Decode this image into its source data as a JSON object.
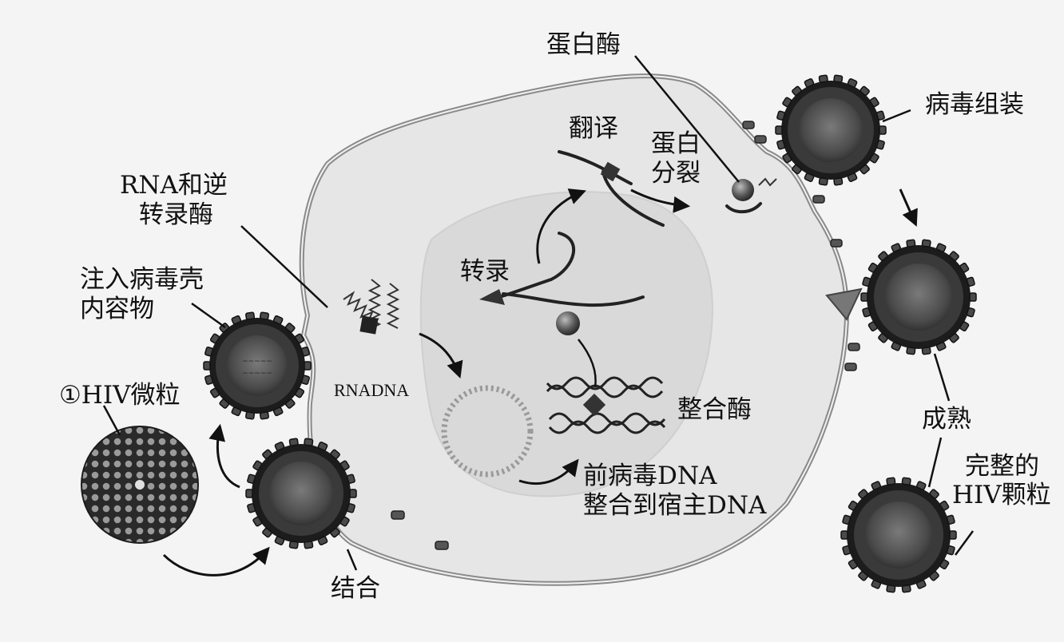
{
  "labels": {
    "protease": "蛋白酶",
    "translation": "翻译",
    "protein_cleavage_1": "蛋白",
    "protein_cleavage_2": "分裂",
    "assembly": "病毒组装",
    "rna_rt_1": "RNA和逆",
    "rna_rt_2": "转录酶",
    "inject_1": "注入病毒壳",
    "inject_2": "内容物",
    "transcription": "转录",
    "rnadna": "RNADNA",
    "hiv_particle": "①HIV微粒",
    "integrase": "整合酶",
    "maturation": "成熟",
    "complete_1": "完整的",
    "complete_2": "HIV颗粒",
    "provirus_1": "前病毒DNA",
    "provirus_2": "整合到宿主DNA",
    "binding": "结合"
  },
  "colors": {
    "background": "#f4f4f4",
    "cell_fill": "#e6e6e6",
    "nucleus_fill": "#d9d9d9",
    "membrane": "#8a8a8a",
    "virus_dark": "#1c1c1c",
    "ink": "#111111"
  }
}
